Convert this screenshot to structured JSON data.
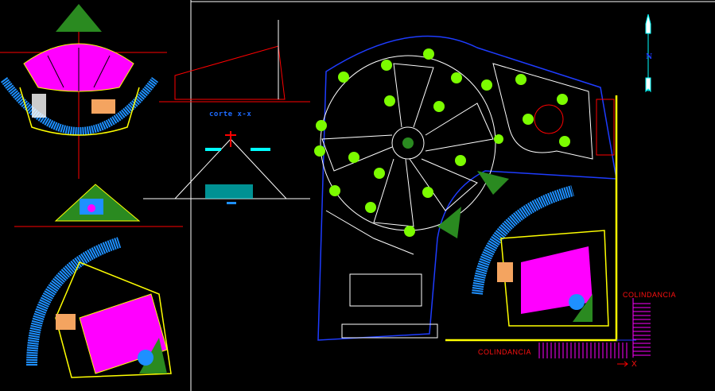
{
  "drawing": {
    "section_label": "corte x-x",
    "boundary_label_east": "COLINDANCIA",
    "boundary_label_south": "COLINDANCIA",
    "north_label": "N",
    "section_mark": "X"
  },
  "colors": {
    "background": "#000000",
    "seating": "#ff00ff",
    "outline": "#ffff00",
    "arcs": "#1e90ff",
    "trees": "#7cfc00",
    "axis": "#ff0000",
    "frame": "#ffffff"
  }
}
